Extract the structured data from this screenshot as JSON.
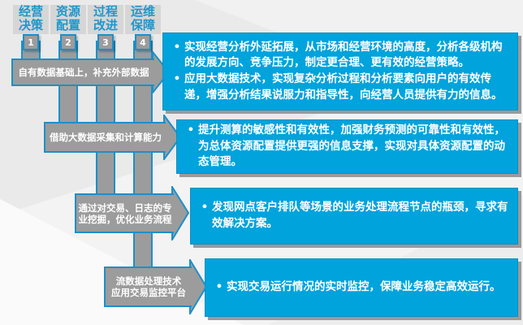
{
  "ui": {
    "bullet": "•"
  },
  "columns": [
    {
      "number": "1",
      "title": "经营决策",
      "title_lines": [
        "经营",
        "决策"
      ]
    },
    {
      "number": "2",
      "title": "资源配置",
      "title_lines": [
        "资源",
        "配置"
      ]
    },
    {
      "number": "3",
      "title": "过程改进",
      "title_lines": [
        "过程",
        "改进"
      ]
    },
    {
      "number": "4",
      "title": "运维保障",
      "title_lines": [
        "运维",
        "保障"
      ]
    }
  ],
  "steps": [
    {
      "label": "自有数据基础上，补充外部数据",
      "lines": [
        "自有数据基础上，补充外部数据"
      ]
    },
    {
      "label": "借助大数据采集和计算能力",
      "lines": [
        "借助大数据采集和计算能力"
      ]
    },
    {
      "label": "通过对交易、日志的专业挖掘，优化业务流程",
      "lines": [
        "通过对交易、日志的专",
        "业挖掘，优化业务流程"
      ]
    },
    {
      "label": "流数据处理技术 应用交易监控平台",
      "lines": [
        "流数据处理技术",
        "应用交易监控平台"
      ]
    }
  ],
  "boxes": [
    {
      "bullets": [
        "实现经营分析外延拓展，从市场和经营环境的高度，分析各级机构的发展方向、竞争压力，制定更合理、更有效的经营策略。",
        "应用大数据技术，实现复杂分析过程和分析要素向用户的有效传递，增强分析结果说服力和指导性，向经营人员提供有力的信息。"
      ]
    },
    {
      "bullets": [
        "提升测算的敏感性和有效性，加强财务预测的可靠性和有效性，为总体资源配置提供更强的信息支撑，实现对具体资源配置的动态管理。"
      ]
    },
    {
      "bullets": [
        "发现网点客户排队等场景的业务处理流程节点的瓶颈，寻求有效解决方案。"
      ]
    },
    {
      "bullets": [
        "实现交易运行情况的实时监控，保障业务稳定高效运行。"
      ]
    }
  ],
  "colors": {
    "accent_blue": "#1e8fc8",
    "box_blue": "#00a3dc",
    "bar_gray": "#9c9c9c",
    "header_bg": "#d6d6d6",
    "header_text": "#2196cc"
  }
}
